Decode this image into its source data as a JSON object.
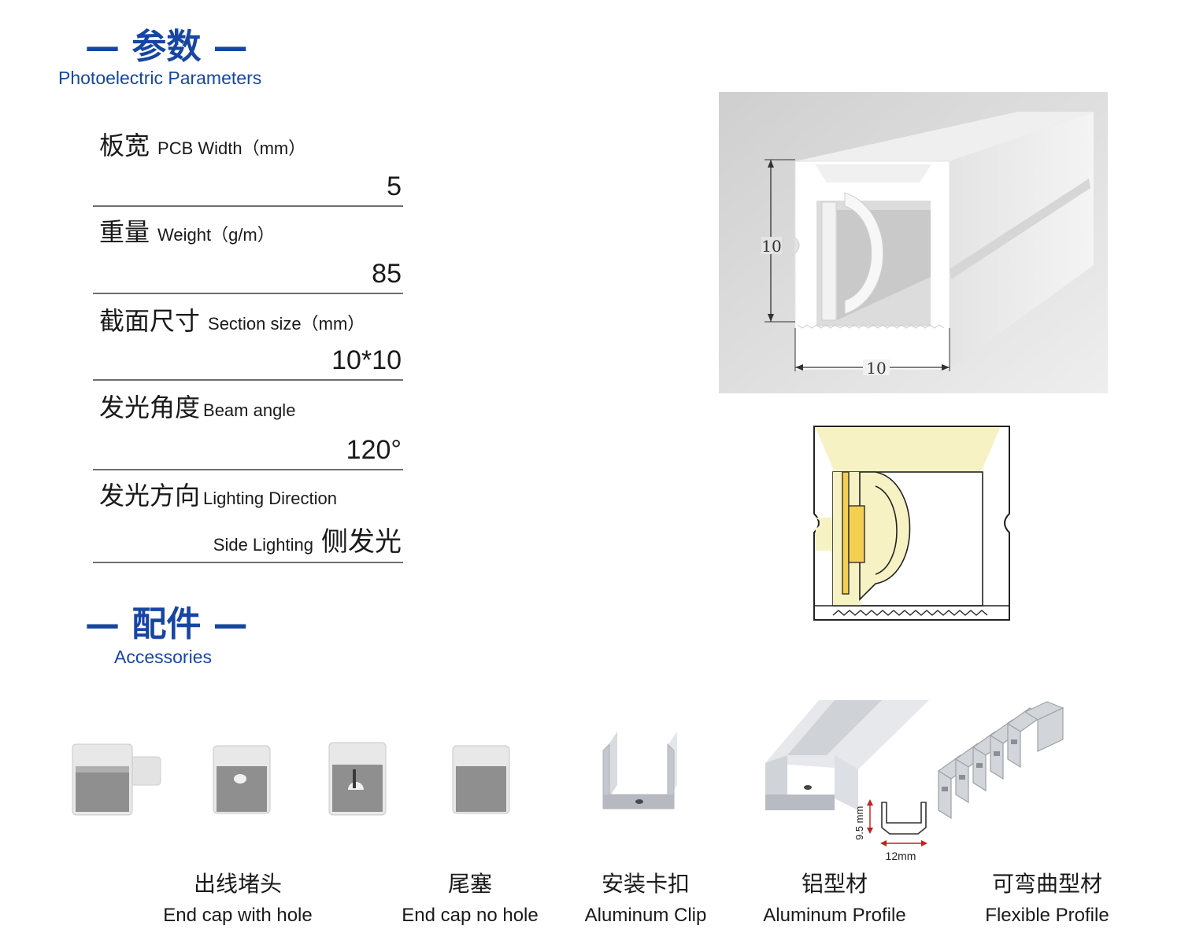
{
  "sections": {
    "params": {
      "title": "— 参数 —",
      "subtitle": "Photoelectric Parameters"
    },
    "accessories": {
      "title": "— 配件 —",
      "subtitle": "Accessories"
    }
  },
  "params": [
    {
      "zh": "板宽",
      "en": "PCB Width（mm）",
      "value": "5"
    },
    {
      "zh": "重量",
      "en": "Weight（g/m）",
      "value": "85"
    },
    {
      "zh": "截面尺寸",
      "en": "Section size（mm）",
      "value": "10*10"
    },
    {
      "zh": "发光角度",
      "en": "Beam angle",
      "value": "120°"
    },
    {
      "zh": "发光方向",
      "en": "Lighting Direction",
      "value_en": "Side Lighting",
      "value": "侧发光"
    }
  ],
  "product_dims": {
    "height": "10",
    "width": "10"
  },
  "aluminum_dims": {
    "height": "9.5 mm",
    "width": "12mm"
  },
  "accessories": [
    {
      "zh": "出线堵头",
      "en": "End cap with hole"
    },
    {
      "zh": "尾塞",
      "en": "End cap no hole"
    },
    {
      "zh": "安装卡扣",
      "en": "Aluminum Clip"
    },
    {
      "zh": "铝型材",
      "en": "Aluminum Profile"
    },
    {
      "zh": "可弯曲型材",
      "en": "Flexible Profile"
    }
  ],
  "colors": {
    "brand_blue": "#1746a2",
    "glow": "#f7f2c4",
    "led": "#f3cf52"
  }
}
